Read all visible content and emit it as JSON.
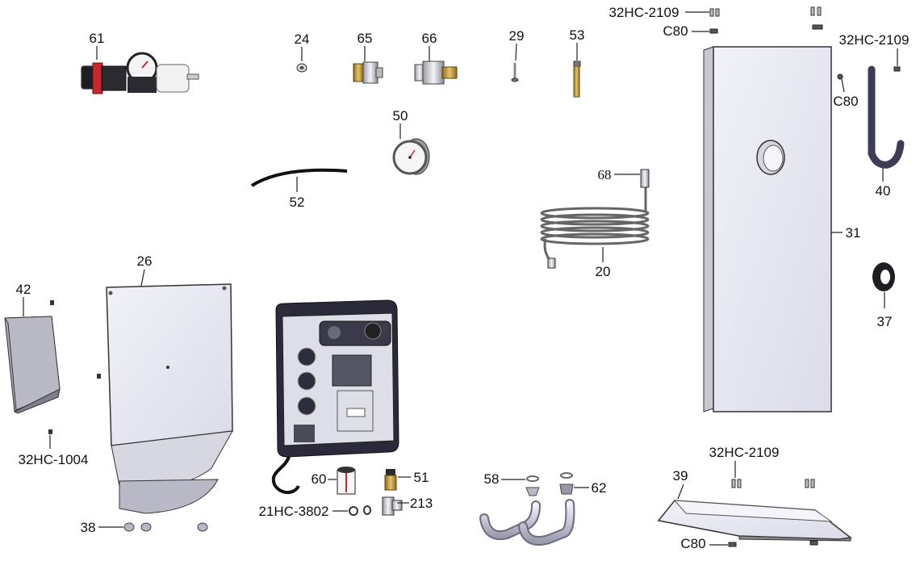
{
  "diagram": {
    "callouts": {
      "c61": "61",
      "c24": "24",
      "c65": "65",
      "c66": "66",
      "c29": "29",
      "c53": "53",
      "c50": "50",
      "c52": "52",
      "c68": "68",
      "c20": "20",
      "c32hc_top": "32HC-2109",
      "c80_top": "C80",
      "c32hc_right": "32HC-2109",
      "c80_right": "C80",
      "c40": "40",
      "c31": "31",
      "c37": "37",
      "c42": "42",
      "c26": "26",
      "c32hc1004": "32HC-1004",
      "c38": "38",
      "c60": "60",
      "c51": "51",
      "c21hc": "21HC-3802",
      "c213": "213",
      "c58": "58",
      "c62": "62",
      "c32hc_bottom": "32HC-2109",
      "c39": "39",
      "c80_bottom": "C80"
    },
    "colors": {
      "panel_fill": "#eeeef6",
      "panel_edge": "#2b2b33",
      "brass": "#c9a24a",
      "dark": "#1a1a1f",
      "red": "#c8282e",
      "cabinet": "#2a2a3a"
    }
  }
}
